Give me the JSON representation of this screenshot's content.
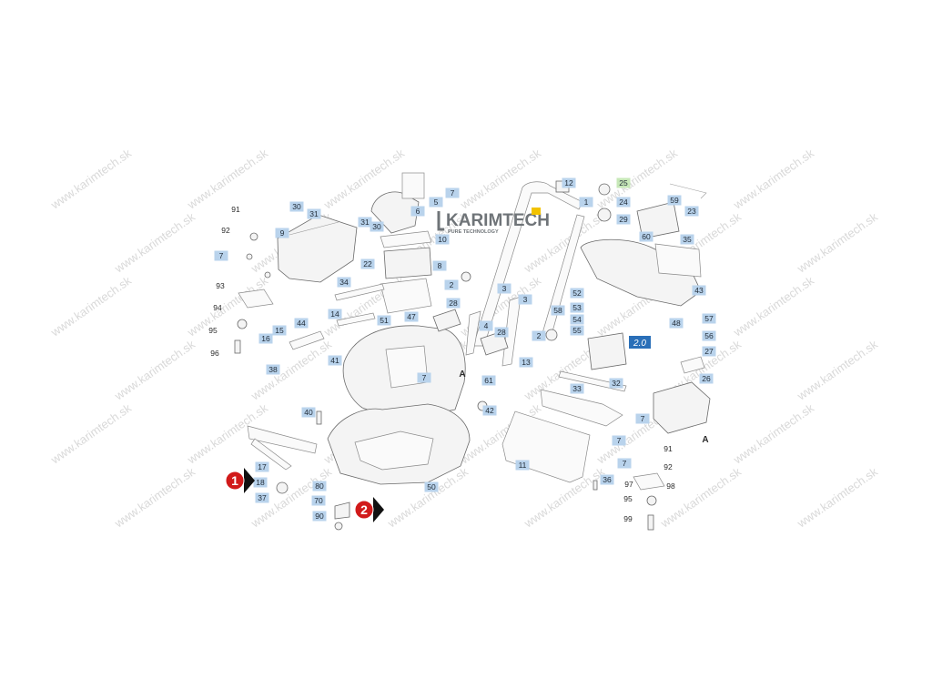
{
  "brand": {
    "name": "KARIMTECH",
    "tagline": "PURE TECHNOLOGY",
    "accent_color": "#f2c200",
    "text_color": "#6f7478"
  },
  "watermark": {
    "text": "www.karimtech.sk"
  },
  "label_colors": {
    "blue_box": "#b9d3ec",
    "green_box": "#c7e8b8",
    "highlight_box": "#2a6fb8",
    "marker": "#d11a1a"
  },
  "markers": [
    {
      "id": "m1",
      "text": "1"
    },
    {
      "id": "m2",
      "text": "2"
    }
  ],
  "boxed_labels": [
    {
      "id": "b12",
      "text": "12"
    },
    {
      "id": "b25",
      "text": "25"
    },
    {
      "id": "b7a",
      "text": "7"
    },
    {
      "id": "b5",
      "text": "5"
    },
    {
      "id": "b1",
      "text": "1"
    },
    {
      "id": "b24",
      "text": "24"
    },
    {
      "id": "b59",
      "text": "59"
    },
    {
      "id": "b30a",
      "text": "30"
    },
    {
      "id": "b31a",
      "text": "31"
    },
    {
      "id": "b6",
      "text": "6"
    },
    {
      "id": "b29",
      "text": "29"
    },
    {
      "id": "b23",
      "text": "23"
    },
    {
      "id": "b9",
      "text": "9"
    },
    {
      "id": "b31b",
      "text": "31"
    },
    {
      "id": "b30b",
      "text": "30"
    },
    {
      "id": "b10",
      "text": "10"
    },
    {
      "id": "b60",
      "text": "60"
    },
    {
      "id": "b35",
      "text": "35"
    },
    {
      "id": "b7b",
      "text": "7"
    },
    {
      "id": "b22",
      "text": "22"
    },
    {
      "id": "b8",
      "text": "8"
    },
    {
      "id": "b34",
      "text": "34"
    },
    {
      "id": "b2a",
      "text": "2"
    },
    {
      "id": "b3a",
      "text": "3"
    },
    {
      "id": "b43",
      "text": "43"
    },
    {
      "id": "b52",
      "text": "52"
    },
    {
      "id": "b28a",
      "text": "28"
    },
    {
      "id": "b3b",
      "text": "3"
    },
    {
      "id": "b14",
      "text": "14"
    },
    {
      "id": "b51",
      "text": "51"
    },
    {
      "id": "b47",
      "text": "47"
    },
    {
      "id": "b53",
      "text": "53"
    },
    {
      "id": "b58",
      "text": "58"
    },
    {
      "id": "b15",
      "text": "15"
    },
    {
      "id": "b44",
      "text": "44"
    },
    {
      "id": "b4",
      "text": "4"
    },
    {
      "id": "b54",
      "text": "54"
    },
    {
      "id": "b57",
      "text": "57"
    },
    {
      "id": "b28b",
      "text": "28"
    },
    {
      "id": "b2b",
      "text": "2"
    },
    {
      "id": "b55",
      "text": "55"
    },
    {
      "id": "b48",
      "text": "48"
    },
    {
      "id": "b16",
      "text": "16"
    },
    {
      "id": "b56",
      "text": "56"
    },
    {
      "id": "b27",
      "text": "27"
    },
    {
      "id": "b41",
      "text": "41"
    },
    {
      "id": "b13",
      "text": "13"
    },
    {
      "id": "b38",
      "text": "38"
    },
    {
      "id": "b7c",
      "text": "7"
    },
    {
      "id": "b61",
      "text": "61"
    },
    {
      "id": "b32",
      "text": "32"
    },
    {
      "id": "b26",
      "text": "26"
    },
    {
      "id": "b33",
      "text": "33"
    },
    {
      "id": "b40",
      "text": "40"
    },
    {
      "id": "b42",
      "text": "42"
    },
    {
      "id": "b7d",
      "text": "7"
    },
    {
      "id": "b7e",
      "text": "7"
    },
    {
      "id": "b7f",
      "text": "7"
    },
    {
      "id": "b11",
      "text": "11"
    },
    {
      "id": "b17",
      "text": "17"
    },
    {
      "id": "b18",
      "text": "18"
    },
    {
      "id": "b80",
      "text": "80"
    },
    {
      "id": "b36",
      "text": "36"
    },
    {
      "id": "b50",
      "text": "50"
    },
    {
      "id": "b37",
      "text": "37"
    },
    {
      "id": "b70",
      "text": "70"
    },
    {
      "id": "b90",
      "text": "90"
    }
  ],
  "green_label": {
    "id": "b25",
    "text": "25"
  },
  "highlight_label": {
    "text": "2.0"
  },
  "plain_labels": [
    {
      "id": "p91a",
      "text": "91"
    },
    {
      "id": "p92a",
      "text": "92"
    },
    {
      "id": "p93",
      "text": "93"
    },
    {
      "id": "p94",
      "text": "94"
    },
    {
      "id": "p95a",
      "text": "95"
    },
    {
      "id": "p96",
      "text": "96"
    },
    {
      "id": "p91b",
      "text": "91"
    },
    {
      "id": "p92b",
      "text": "92"
    },
    {
      "id": "p98",
      "text": "98"
    },
    {
      "id": "p97",
      "text": "97"
    },
    {
      "id": "p95b",
      "text": "95"
    },
    {
      "id": "p99",
      "text": "99"
    }
  ],
  "section_marks": [
    {
      "id": "sA1",
      "text": "A"
    },
    {
      "id": "sA2",
      "text": "A"
    }
  ]
}
